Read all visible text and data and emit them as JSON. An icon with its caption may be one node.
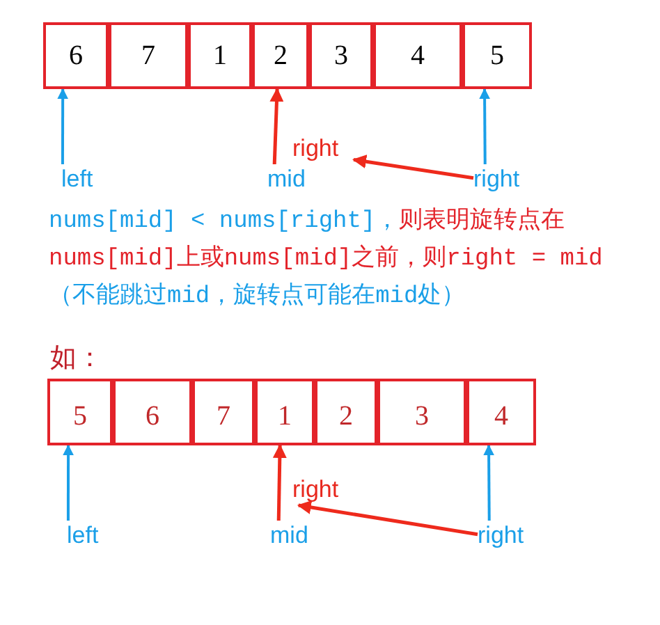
{
  "diagram": {
    "nodes": [
      {
        "text": [
          "6"
        ]
      },
      {
        "text": [
          "7"
        ]
      },
      {
        "text": [
          "1"
        ]
      },
      {
        "text": [
          "2"
        ]
      },
      {
        "text": [
          "3"
        ]
      },
      {
        "text": [
          "4"
        ]
      },
      {
        "text": [
          "5"
        ]
      },
      {
        "text": [
          "right"
        ]
      },
      {
        "text": [
          "left"
        ]
      },
      {
        "text": [
          "mid"
        ]
      },
      {
        "text": [
          "right"
        ]
      },
      {
        "text": [
          "5"
        ]
      },
      {
        "text": [
          "6"
        ]
      },
      {
        "text": [
          "7"
        ]
      },
      {
        "text": [
          "1"
        ]
      },
      {
        "text": [
          "2"
        ]
      },
      {
        "text": [
          "3"
        ]
      },
      {
        "text": [
          "4"
        ]
      },
      {
        "text": [
          "right"
        ]
      },
      {
        "text": [
          "left"
        ]
      },
      {
        "text": [
          "mid"
        ]
      },
      {
        "text": [
          "right"
        ]
      }
    ],
    "edges": [
      {
        "from": 8,
        "to": 0,
        "arrow": "to"
      },
      {
        "from": 9,
        "to": 3,
        "arrow": "to",
        "color": "#ee2a1c"
      },
      {
        "from": 10,
        "to": 7,
        "arrow": "to",
        "color": "#ee2a1c"
      },
      {
        "from": 10,
        "to": 6,
        "arrow": "to"
      },
      {
        "from": 19,
        "to": 11,
        "arrow": "to"
      },
      {
        "from": 20,
        "to": 14,
        "arrow": "to",
        "color": "#ee2a1c"
      },
      {
        "from": 21,
        "to": 18,
        "arrow": "to",
        "color": "#ee2a1c"
      },
      {
        "from": 21,
        "to": 17,
        "arrow": "to"
      }
    ],
    "labels": [
      "nums[mid] < nums[right]，",
      "则表明旋转点在nums[mid]上或nums[mid]之前，则right = mid",
      "（不能跳过mid，旋转点可能在mid处）",
      "如："
    ]
  }
}
